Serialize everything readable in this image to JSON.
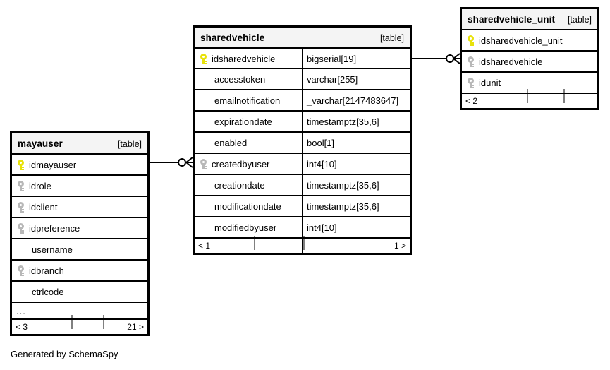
{
  "diagram": {
    "caption": "Generated by SchemaSpy",
    "table_tag": "[table]",
    "ellipsis": "...",
    "colors": {
      "primary_key": "#e8e20a",
      "foreign_key": "#b8b8b8",
      "border": "#000000",
      "header_bg": "#f4f4f4",
      "background": "#ffffff"
    }
  },
  "tables": [
    {
      "id": "mayauser",
      "name": "mayauser",
      "tag": "[table]",
      "columns": [
        {
          "name": "idmayauser",
          "key": "primary",
          "type": ""
        },
        {
          "name": "idrole",
          "key": "foreign",
          "type": ""
        },
        {
          "name": "idclient",
          "key": "foreign",
          "type": ""
        },
        {
          "name": "idpreference",
          "key": "foreign",
          "type": ""
        },
        {
          "name": "username",
          "key": "none",
          "type": ""
        },
        {
          "name": "idbranch",
          "key": "foreign",
          "type": ""
        },
        {
          "name": "ctrlcode",
          "key": "none",
          "type": ""
        }
      ],
      "has_ellipsis_row": true,
      "footer": {
        "left": "< 3",
        "middle": "",
        "right": "21 >"
      }
    },
    {
      "id": "sharedvehicle",
      "name": "sharedvehicle",
      "tag": "[table]",
      "columns": [
        {
          "name": "idsharedvehicle",
          "key": "primary",
          "type": "bigserial[19]"
        },
        {
          "name": "accesstoken",
          "key": "none",
          "type": "varchar[255]"
        },
        {
          "name": "emailnotification",
          "key": "none",
          "type": "_varchar[2147483647]"
        },
        {
          "name": "expirationdate",
          "key": "none",
          "type": "timestamptz[35,6]"
        },
        {
          "name": "enabled",
          "key": "none",
          "type": "bool[1]"
        },
        {
          "name": "createdbyuser",
          "key": "foreign",
          "type": "int4[10]"
        },
        {
          "name": "creationdate",
          "key": "none",
          "type": "timestamptz[35,6]"
        },
        {
          "name": "modificationdate",
          "key": "none",
          "type": "timestamptz[35,6]"
        },
        {
          "name": "modifiedbyuser",
          "key": "none",
          "type": "int4[10]"
        }
      ],
      "has_ellipsis_row": false,
      "footer": {
        "left": "< 1",
        "middle": "",
        "right": "1 >"
      }
    },
    {
      "id": "sharedvehicle_unit",
      "name": "sharedvehicle_unit",
      "tag": "[table]",
      "columns": [
        {
          "name": "idsharedvehicle_unit",
          "key": "primary",
          "type": ""
        },
        {
          "name": "idsharedvehicle",
          "key": "foreign",
          "type": ""
        },
        {
          "name": "idunit",
          "key": "foreign",
          "type": ""
        }
      ],
      "has_ellipsis_row": false,
      "footer": {
        "left": "< 2",
        "middle": "",
        "right": ""
      }
    }
  ],
  "relationships": [
    {
      "id": "mayauser-to-sharedvehicle",
      "from_table": "mayauser",
      "from_column": "idmayauser",
      "to_table": "sharedvehicle",
      "to_column": "createdbyuser",
      "from_cardinality": "zero-or-one",
      "to_cardinality": "many"
    },
    {
      "id": "sharedvehicle-to-sharedvehicle_unit",
      "from_table": "sharedvehicle",
      "from_column": "idsharedvehicle",
      "to_table": "sharedvehicle_unit",
      "to_column": "idsharedvehicle",
      "from_cardinality": "zero-or-one",
      "to_cardinality": "many"
    }
  ]
}
